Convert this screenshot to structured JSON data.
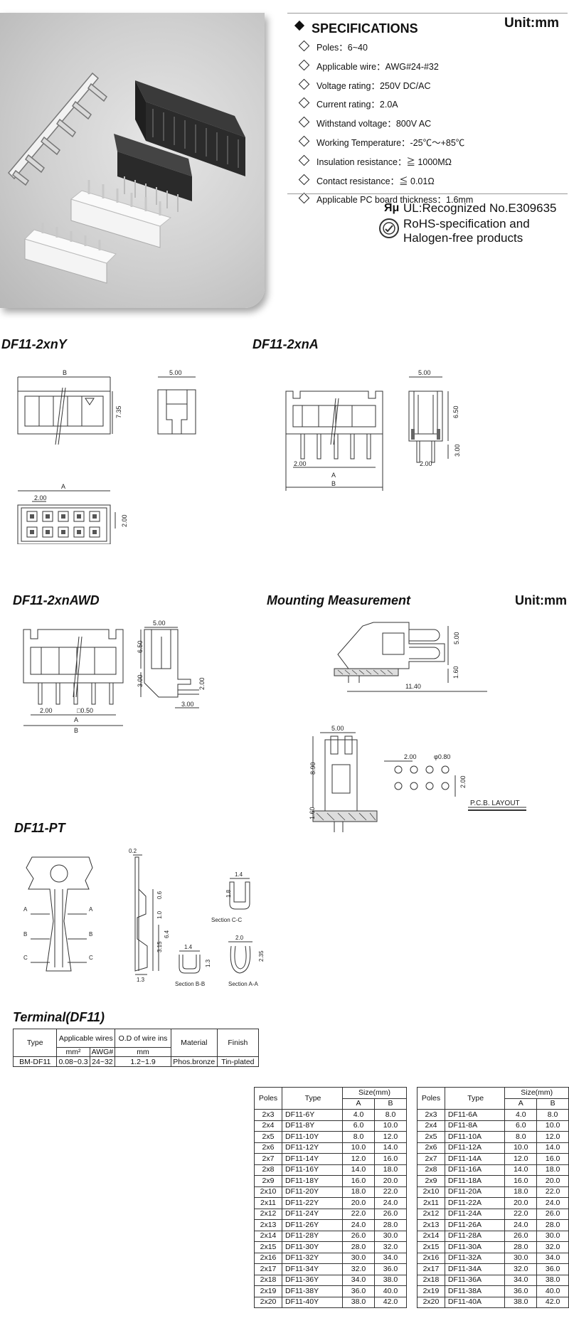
{
  "specs": {
    "title": "SPECIFICATIONS",
    "unit": "Unit:mm",
    "items": [
      "Poles：6~40",
      "Applicable wire：AWG#24-#32",
      "Voltage rating：250V DC/AC",
      "Current rating：2.0A",
      "Withstand voltage：800V AC",
      "Working Temperature：-25℃～+85℃",
      "Insulation resistance：≧ 1000MΩ",
      "Contact resistance：≦ 0.01Ω",
      "Applicable PC board thickness：1.6mm"
    ]
  },
  "cert": {
    "ul_mark": "Яμ",
    "ul_text": "UL:Recognized No.E309635",
    "rohs_line1": "RoHS-specification and",
    "rohs_line2": "Halogen-free products"
  },
  "sections": {
    "y": "DF11-2xnY",
    "a": "DF11-2xnA",
    "awd": "DF11-2xnAWD",
    "mount": "Mounting Measurement",
    "mount_unit": "Unit:mm",
    "pt": "DF11-PT",
    "terminal": "Terminal(DF11)"
  },
  "dims": {
    "B": "B",
    "A": "A",
    "d500": "5.00",
    "d735": "7.35",
    "d200": "2.00",
    "d650": "6.50",
    "d300": "3.00",
    "d050": "□0.50",
    "d160": "1.60",
    "d1140": "11.40",
    "d890": "8.90",
    "d080": "φ0.80",
    "pcb": "P.C.B. LAYOUT",
    "p02": "0.2",
    "p06": "0.6",
    "p10": "1.0",
    "p64": "6.4",
    "p315": "3.15",
    "p13": "1.3",
    "p14": "1.4",
    "p18": "1.8",
    "p20": "2.0",
    "p235": "2.35",
    "secC": "Section C-C",
    "secB": "Section B-B",
    "secA": "Section A-A",
    "lA": "A",
    "lB": "B",
    "lC": "C"
  },
  "terminal_table": {
    "h_type": "Type",
    "h_app": "Applicable wires",
    "h_od": "O.D of wire ins",
    "h_mat": "Material",
    "h_fin": "Finish",
    "u_mm2": "mm²",
    "u_awg": "AWG#",
    "u_mm": "mm",
    "row": [
      "BM-DF11",
      "0.08~0.3",
      "24~32",
      "1.2~1.9",
      "Phos.bronze",
      "Tin-plated"
    ]
  },
  "size_headers": {
    "poles": "Poles",
    "type": "Type",
    "size": "Size(mm)",
    "a": "A",
    "b": "B"
  },
  "table_y": [
    [
      "2x3",
      "DF11-6Y",
      "4.0",
      "8.0"
    ],
    [
      "2x4",
      "DF11-8Y",
      "6.0",
      "10.0"
    ],
    [
      "2x5",
      "DF11-10Y",
      "8.0",
      "12.0"
    ],
    [
      "2x6",
      "DF11-12Y",
      "10.0",
      "14.0"
    ],
    [
      "2x7",
      "DF11-14Y",
      "12.0",
      "16.0"
    ],
    [
      "2x8",
      "DF11-16Y",
      "14.0",
      "18.0"
    ],
    [
      "2x9",
      "DF11-18Y",
      "16.0",
      "20.0"
    ],
    [
      "2x10",
      "DF11-20Y",
      "18.0",
      "22.0"
    ],
    [
      "2x11",
      "DF11-22Y",
      "20.0",
      "24.0"
    ],
    [
      "2x12",
      "DF11-24Y",
      "22.0",
      "26.0"
    ],
    [
      "2x13",
      "DF11-26Y",
      "24.0",
      "28.0"
    ],
    [
      "2x14",
      "DF11-28Y",
      "26.0",
      "30.0"
    ],
    [
      "2x15",
      "DF11-30Y",
      "28.0",
      "32.0"
    ],
    [
      "2x16",
      "DF11-32Y",
      "30.0",
      "34.0"
    ],
    [
      "2x17",
      "DF11-34Y",
      "32.0",
      "36.0"
    ],
    [
      "2x18",
      "DF11-36Y",
      "34.0",
      "38.0"
    ],
    [
      "2x19",
      "DF11-38Y",
      "36.0",
      "40.0"
    ],
    [
      "2x20",
      "DF11-40Y",
      "38.0",
      "42.0"
    ]
  ],
  "table_a": [
    [
      "2x3",
      "DF11-6A",
      "4.0",
      "8.0"
    ],
    [
      "2x4",
      "DF11-8A",
      "6.0",
      "10.0"
    ],
    [
      "2x5",
      "DF11-10A",
      "8.0",
      "12.0"
    ],
    [
      "2x6",
      "DF11-12A",
      "10.0",
      "14.0"
    ],
    [
      "2x7",
      "DF11-14A",
      "12.0",
      "16.0"
    ],
    [
      "2x8",
      "DF11-16A",
      "14.0",
      "18.0"
    ],
    [
      "2x9",
      "DF11-18A",
      "16.0",
      "20.0"
    ],
    [
      "2x10",
      "DF11-20A",
      "18.0",
      "22.0"
    ],
    [
      "2x11",
      "DF11-22A",
      "20.0",
      "24.0"
    ],
    [
      "2x12",
      "DF11-24A",
      "22.0",
      "26.0"
    ],
    [
      "2x13",
      "DF11-26A",
      "24.0",
      "28.0"
    ],
    [
      "2x14",
      "DF11-28A",
      "26.0",
      "30.0"
    ],
    [
      "2x15",
      "DF11-30A",
      "28.0",
      "32.0"
    ],
    [
      "2x16",
      "DF11-32A",
      "30.0",
      "34.0"
    ],
    [
      "2x17",
      "DF11-34A",
      "32.0",
      "36.0"
    ],
    [
      "2x18",
      "DF11-36A",
      "34.0",
      "38.0"
    ],
    [
      "2x19",
      "DF11-38A",
      "36.0",
      "40.0"
    ],
    [
      "2x20",
      "DF11-40A",
      "38.0",
      "42.0"
    ]
  ]
}
